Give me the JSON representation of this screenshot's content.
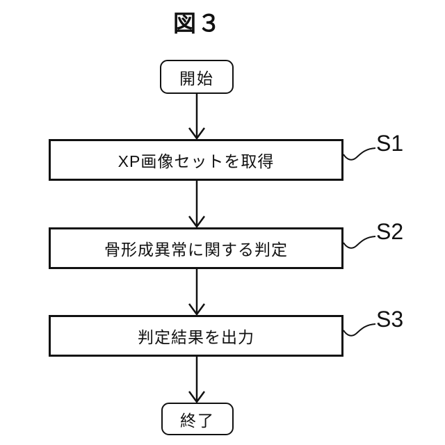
{
  "figure": {
    "title": "図３"
  },
  "flowchart": {
    "type": "flowchart",
    "direction": "top-to-bottom",
    "start": {
      "label": "開始"
    },
    "steps": [
      {
        "id": "S1",
        "label": "XP画像セットを取得"
      },
      {
        "id": "S2",
        "label": "骨形成異常に関する判定"
      },
      {
        "id": "S3",
        "label": "判定結果を出力"
      }
    ],
    "end": {
      "label": "終了"
    },
    "edges": [
      "開始 -> S1",
      "S1 -> S2",
      "S2 -> S3",
      "S3 -> 終了"
    ]
  },
  "colors": {
    "line": "#111111",
    "background": "#ffffff",
    "text": "#111111"
  }
}
